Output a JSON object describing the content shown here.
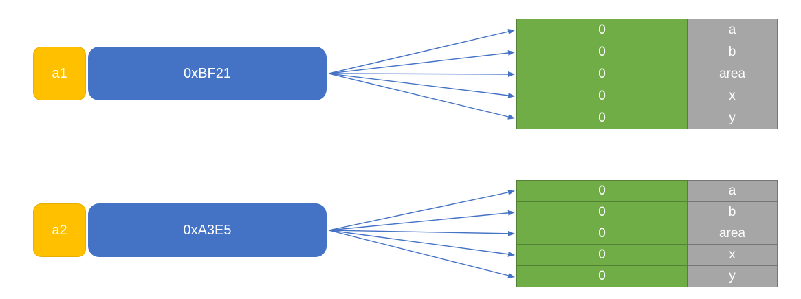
{
  "colors": {
    "variable_box": "#FFC000",
    "address_box": "#4472C4",
    "value_cell": "#70AD47",
    "value_cell_border": "#538135",
    "label_cell": "#A6A6A6",
    "label_cell_border": "#757575",
    "arrow": "#4472C4",
    "text": "#FFFFFF"
  },
  "groups": [
    {
      "var_label": "a1",
      "address": "0xBF21",
      "fields": [
        {
          "value": "0",
          "label": "a"
        },
        {
          "value": "0",
          "label": "b"
        },
        {
          "value": "0",
          "label": "area"
        },
        {
          "value": "0",
          "label": "x"
        },
        {
          "value": "0",
          "label": "y"
        }
      ]
    },
    {
      "var_label": "a2",
      "address": "0xA3E5",
      "fields": [
        {
          "value": "0",
          "label": "a"
        },
        {
          "value": "0",
          "label": "b"
        },
        {
          "value": "0",
          "label": "area"
        },
        {
          "value": "0",
          "label": "x"
        },
        {
          "value": "0",
          "label": "y"
        }
      ]
    }
  ]
}
